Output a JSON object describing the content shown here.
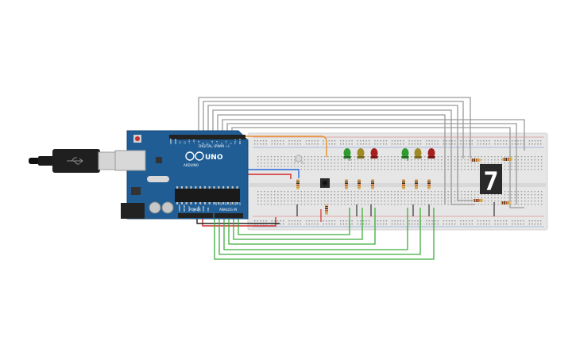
{
  "board": {
    "logo_text": "UNO",
    "brand_text": "ARDUINO",
    "digital_label": "DIGITAL (PWM ~)",
    "power_label": "POWER",
    "analog_label": "ANALOG IN",
    "digital_pins": [
      "AREF",
      "GND",
      "13",
      "12",
      "~11",
      "~10",
      "~9",
      "8",
      "7",
      "~6",
      "~5",
      "4",
      "~3",
      "2",
      "TX 1",
      "RX 0"
    ],
    "power_pins": [
      "IOREF",
      "RESET",
      "3.3V",
      "5V",
      "GND",
      "GND",
      "VIN"
    ],
    "analog_pins": [
      "A0",
      "A1",
      "A2",
      "A3",
      "A4",
      "A5"
    ]
  },
  "display": {
    "digit": "7"
  },
  "colors": {
    "board": "#1f5d94",
    "breadboard": "#e6e6e6",
    "wire_gray": "#9a9a9a",
    "wire_green": "#3dae3d",
    "wire_red": "#d22a2a",
    "wire_orange": "#e8912e",
    "wire_blue": "#2b6cd6",
    "led_green": "#2e9b2e",
    "led_yellow": "#a08a26",
    "led_red": "#a51f1f",
    "segment": "#ffffff"
  },
  "icons": [
    "usb-cable-icon",
    "usb-port-icon",
    "power-jack-icon",
    "reset-button-icon",
    "arduino-logo-icon"
  ]
}
